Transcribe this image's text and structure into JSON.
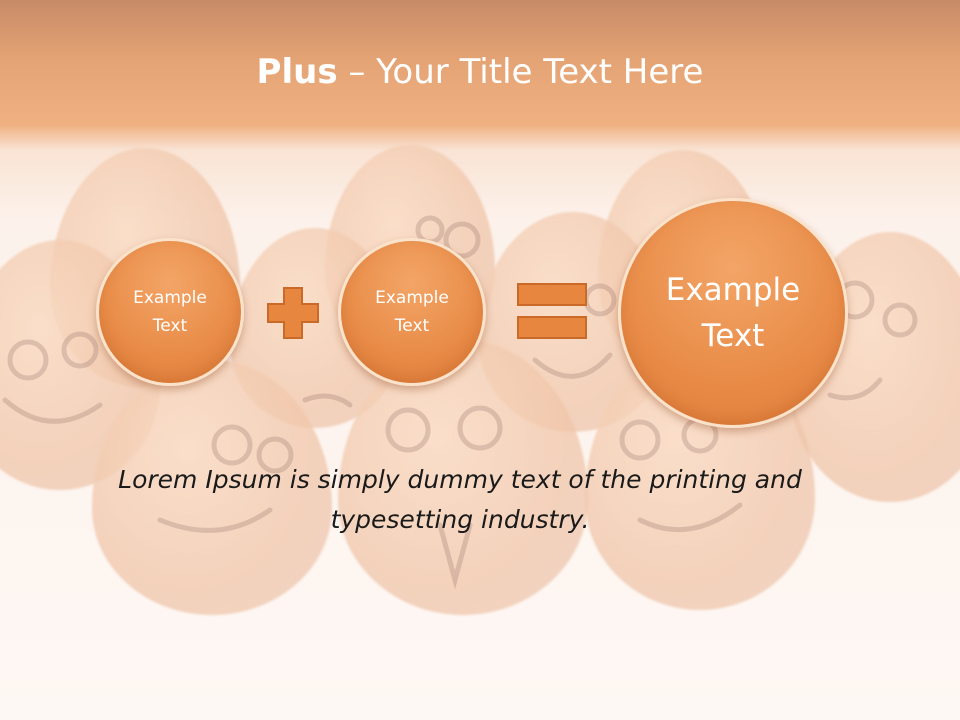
{
  "slide": {
    "title_bold": "Plus",
    "title_rest": " – Your Title Text Here",
    "circle_small_1": "Example\nText",
    "circle_small_2": "Example\nText",
    "circle_large": "Example\nText",
    "body_text": "Lorem Ipsum is simply dummy text of the printing and typesetting industry."
  },
  "icons": [
    "plus-icon",
    "equals-icon"
  ],
  "colors": {
    "accent": "#e88b47",
    "header": "#d7762f",
    "text": "#1a1a1a"
  }
}
